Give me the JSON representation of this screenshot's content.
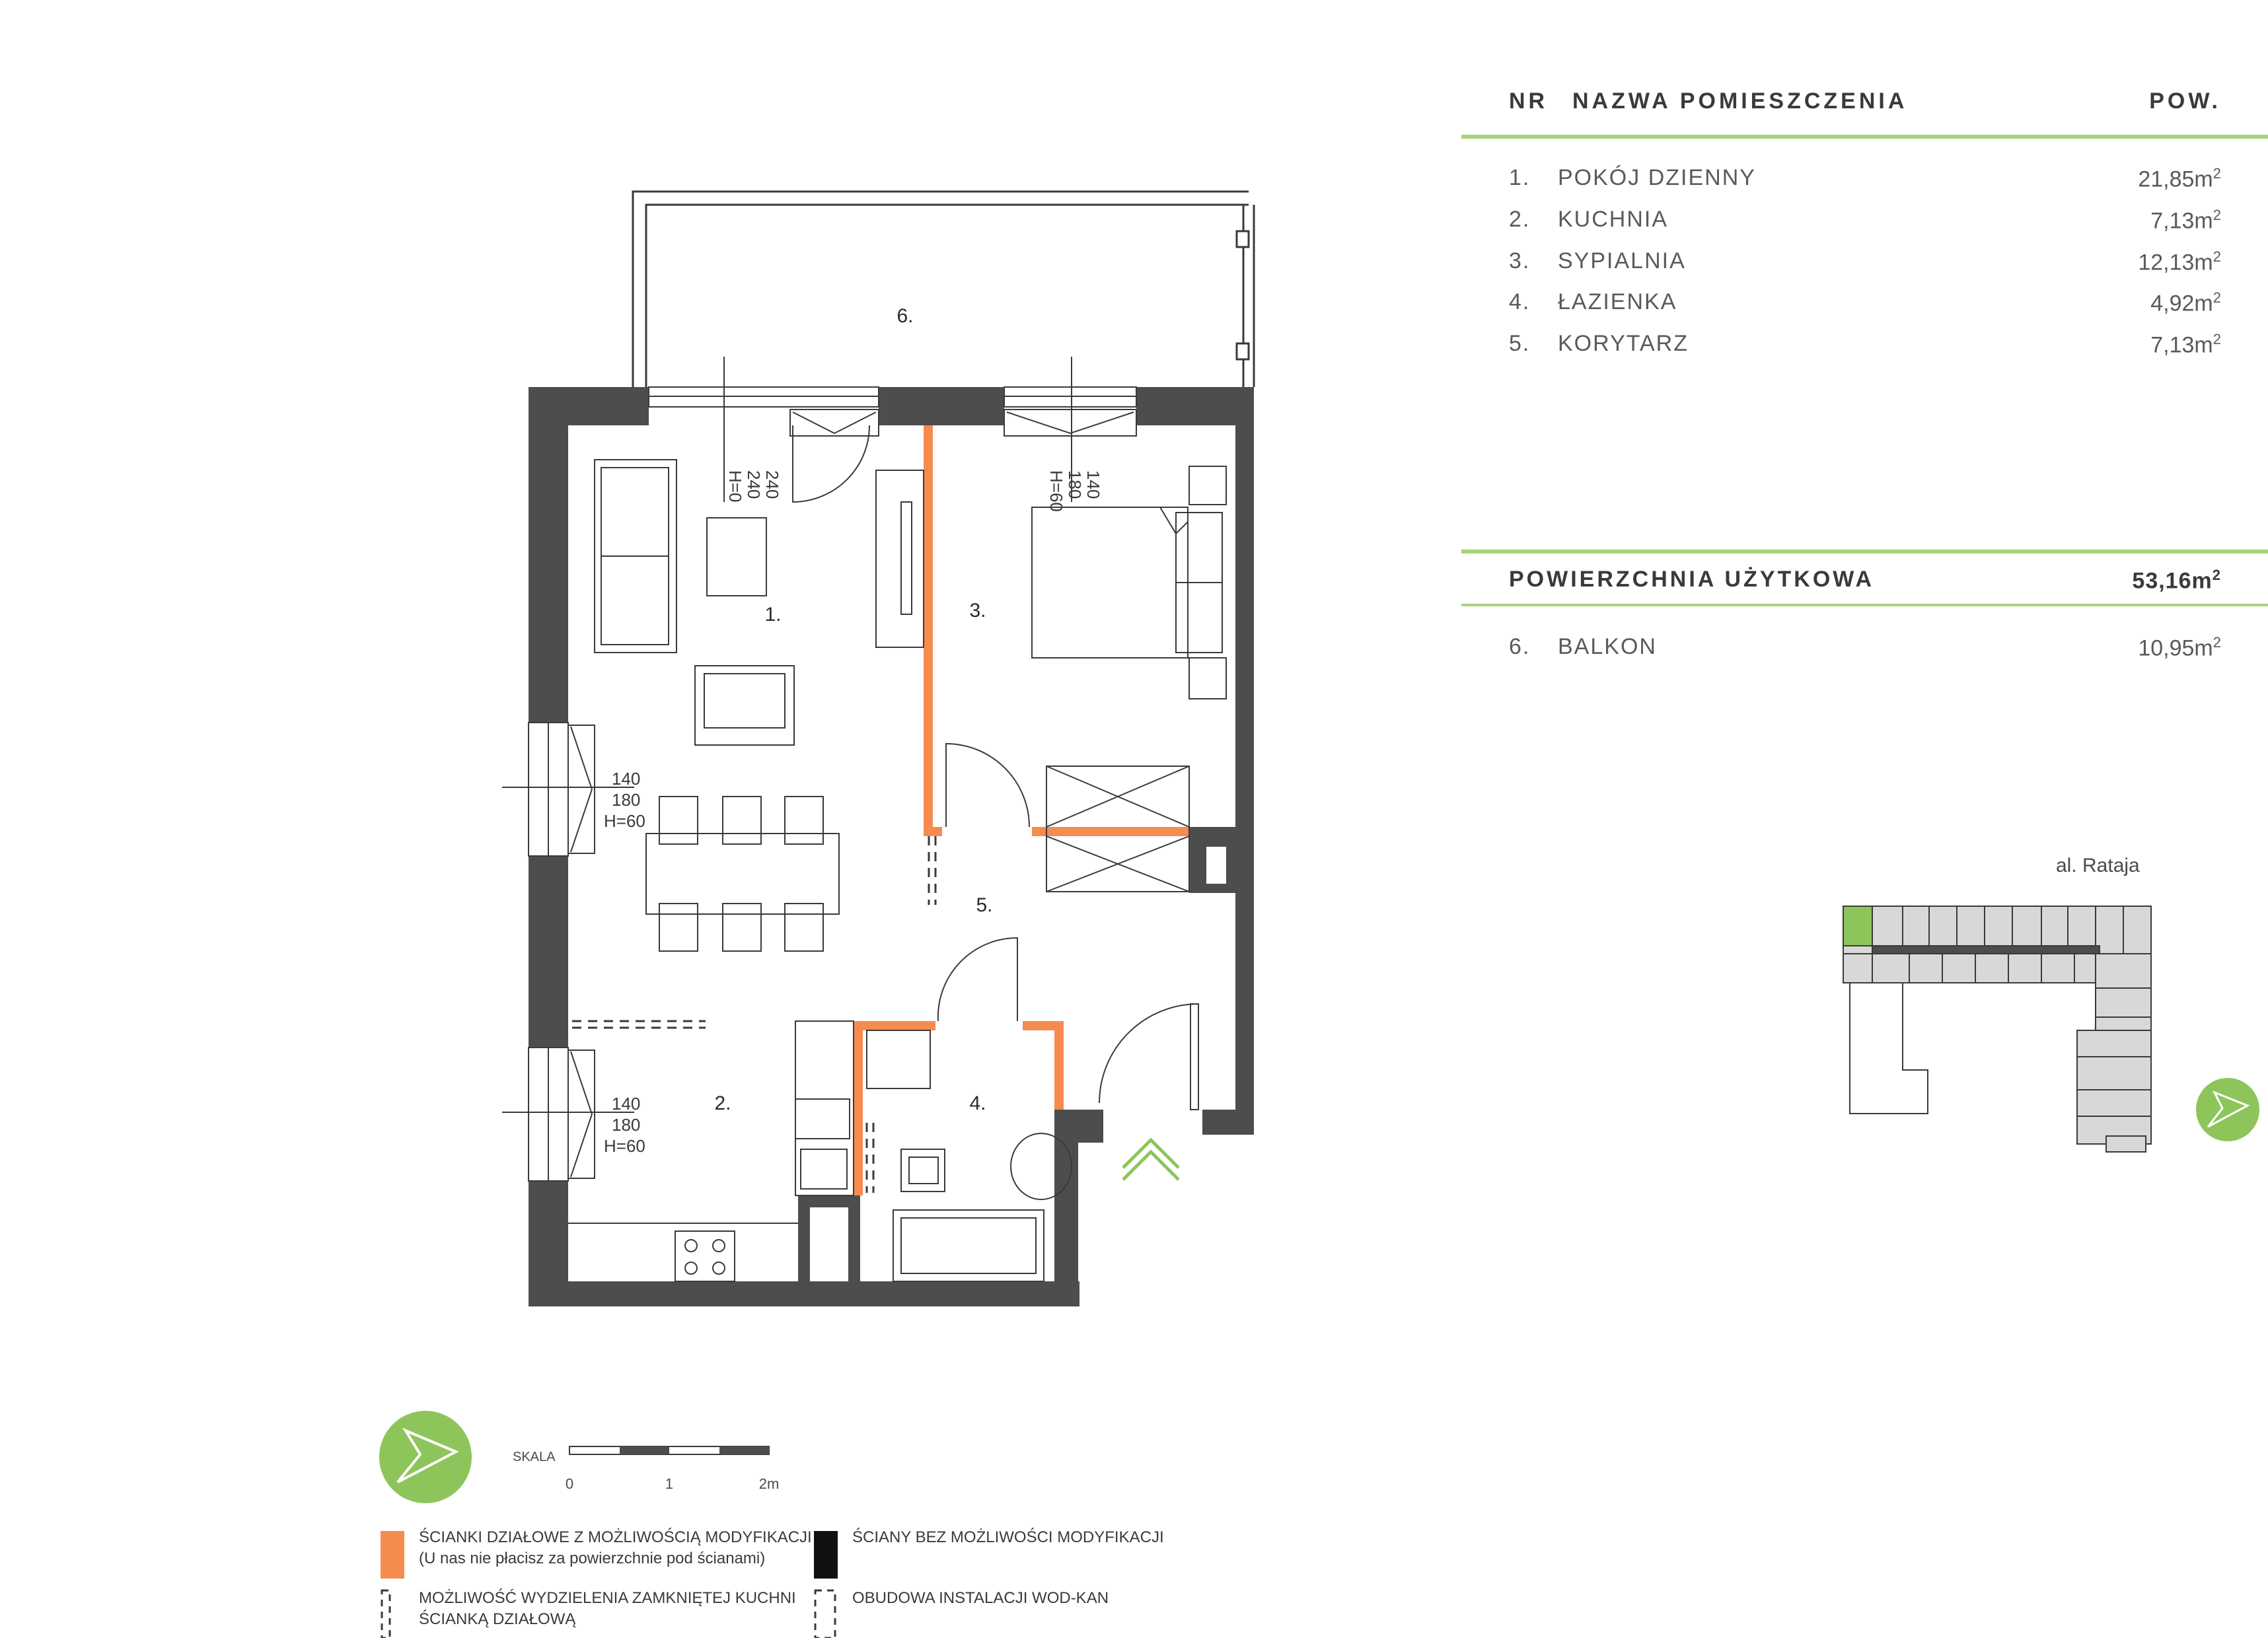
{
  "table": {
    "header": {
      "nr": "NR",
      "name": "NAZWA POMIESZCZENIA",
      "area": "POW."
    },
    "rooms": [
      {
        "nr": "1.",
        "name": "POKÓJ DZIENNY",
        "area": "21,85m",
        "unit_sup": "2"
      },
      {
        "nr": "2.",
        "name": "KUCHNIA",
        "area": "7,13m",
        "unit_sup": "2"
      },
      {
        "nr": "3.",
        "name": "SYPIALNIA",
        "area": "12,13m",
        "unit_sup": "2"
      },
      {
        "nr": "4.",
        "name": "ŁAZIENKA",
        "area": "4,92m",
        "unit_sup": "2"
      },
      {
        "nr": "5.",
        "name": "KORYTARZ",
        "area": "7,13m",
        "unit_sup": "2"
      }
    ],
    "usable": {
      "label": "POWIERZCHNIA UŻYTKOWA",
      "area": "53,16m",
      "unit_sup": "2"
    },
    "balcony": {
      "nr": "6.",
      "name": "BALKON",
      "area": "10,95m",
      "unit_sup": "2"
    }
  },
  "plan": {
    "room_labels": {
      "r1": "1.",
      "r2": "2.",
      "r3": "3.",
      "r4": "4.",
      "r5": "5.",
      "r6": "6."
    },
    "window_top_living": {
      "w": "240",
      "h": "240",
      "sill": "H=0"
    },
    "window_top_bedroom": {
      "w": "140",
      "h": "180",
      "sill": "H=60"
    },
    "window_left_living": {
      "w": "140",
      "h": "180",
      "sill": "H=60"
    },
    "window_left_kitchen": {
      "w": "140",
      "h": "180",
      "sill": "H=60"
    }
  },
  "key_plan": {
    "street": "al. Rataja"
  },
  "scale": {
    "label": "SKALA",
    "ticks": [
      "0",
      "1",
      "2m"
    ]
  },
  "legend": {
    "orange_line1": "ŚCIANKI DZIAŁOWE Z MOŻLIWOŚCIĄ MODYFIKACJI",
    "orange_line2": "(U nas nie płacisz za powierzchnie pod ścianami)",
    "black": "ŚCIANY BEZ MOŻLIWOŚCI MODYFIKACJI",
    "kitchen_line1": "MOŻLIWOŚĆ WYDZIELENIA ZAMKNIĘTEJ KUCHNI",
    "kitchen_line2": "ŚCIANKĄ DZIAŁOWĄ",
    "installation": "OBUDOWA INSTALACJI WOD-KAN"
  },
  "colors": {
    "wall": "#4d4d4d",
    "partition": "#f68b4f",
    "accent": "#8dc55a",
    "line": "#a8d37a"
  }
}
